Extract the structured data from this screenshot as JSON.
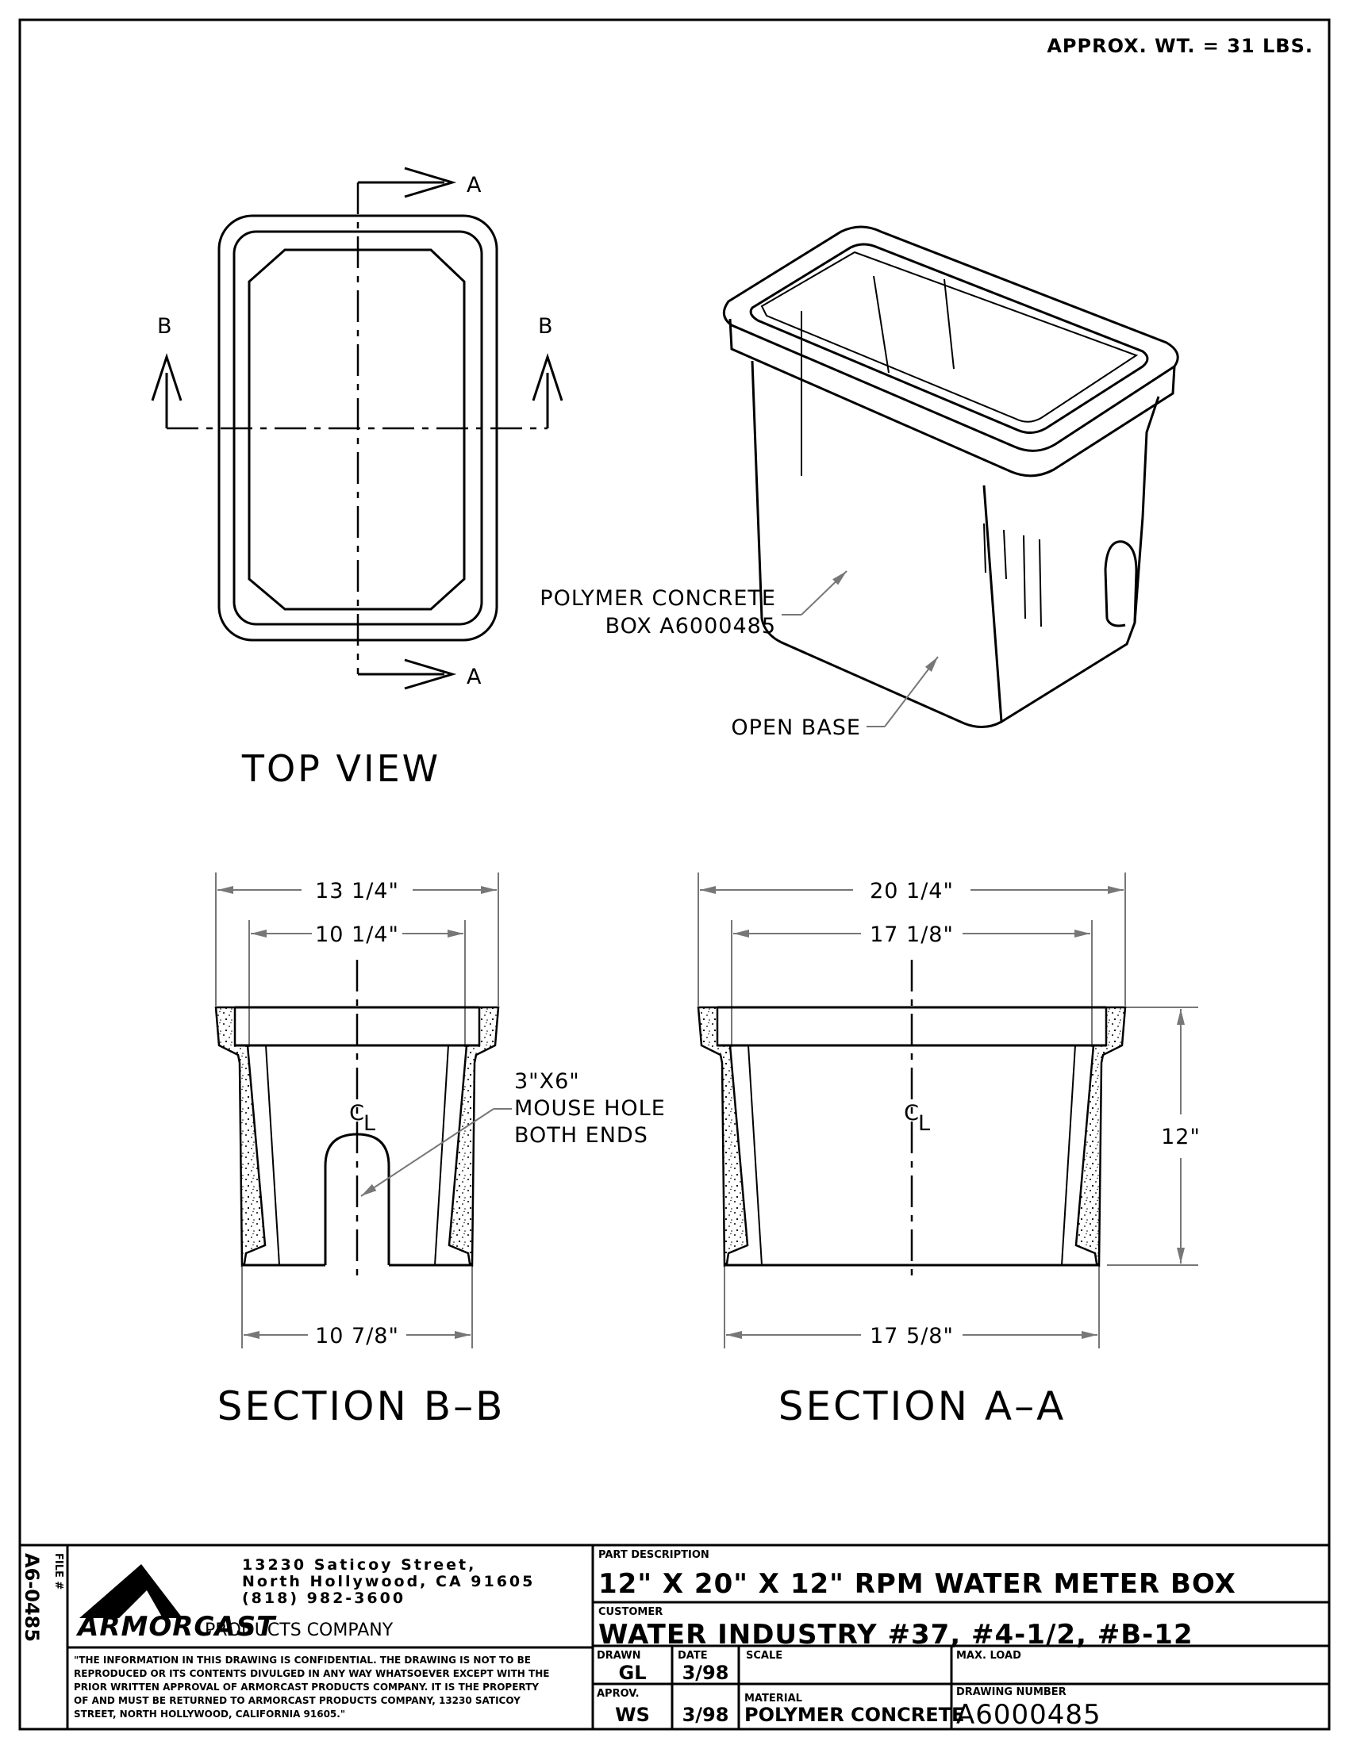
{
  "header": {
    "weight_note": "APPROX. WT. = 31 LBS."
  },
  "views": {
    "top_view_title": "TOP VIEW",
    "section_bb_title": "SECTION B–B",
    "section_aa_title": "SECTION A–A",
    "section_marker_a": "A",
    "section_marker_b": "B",
    "centerline_symbol_c": "C",
    "centerline_symbol_l": "L"
  },
  "callouts": {
    "box_line1": "POLYMER CONCRETE",
    "box_line2": "BOX A6000485",
    "open_base": "OPEN BASE",
    "mouse_hole_line1": "3\"X6\"",
    "mouse_hole_line2": "MOUSE HOLE",
    "mouse_hole_line3": "BOTH ENDS"
  },
  "dimensions": {
    "bb_top_outer": "13 1/4\"",
    "bb_top_inner": "10 1/4\"",
    "bb_bottom": "10 7/8\"",
    "aa_top_outer": "20 1/4\"",
    "aa_top_inner": "17 1/8\"",
    "aa_bottom": "17 5/8\"",
    "aa_height": "12\""
  },
  "title_block": {
    "file_label": "FILE #",
    "file_number": "A6-0485",
    "address_line1": "13230 Saticoy Street,",
    "address_line2": "North Hollywood, CA   91605",
    "address_line3": "(818) 982-3600",
    "company_brand": "ARMORCAST",
    "company_rest": "PRODUCTS COMPANY",
    "confidential_lines": [
      "\"THE INFORMATION IN THIS DRAWING IS CONFIDENTIAL.  THE DRAWING IS NOT TO BE",
      "REPRODUCED OR ITS CONTENTS DIVULGED IN ANY WAY WHATSOEVER EXCEPT WITH THE",
      "PRIOR WRITTEN APPROVAL OF ARMORCAST PRODUCTS COMPANY.  IT IS THE PROPERTY",
      "OF AND MUST BE RETURNED TO ARMORCAST PRODUCTS COMPANY, 13230 SATICOY",
      "STREET, NORTH HOLLYWOOD, CALIFORNIA  91605.\""
    ],
    "part_description_label": "PART DESCRIPTION",
    "part_description": "12\" X 20\" X 12\" RPM WATER METER BOX",
    "customer_label": "CUSTOMER",
    "customer": "WATER INDUSTRY #37, #4-1/2, #B-12",
    "drawn_label": "DRAWN",
    "drawn": "GL",
    "date_label": "DATE",
    "date": "3/98",
    "scale_label": "SCALE",
    "max_load_label": "MAX. LOAD",
    "aprov_label": "APROV.",
    "aprov": "WS",
    "aprov_date": "3/98",
    "material_label": "MATERIAL",
    "material": "POLYMER CONCRETE",
    "drawing_number_label": "DRAWING NUMBER",
    "drawing_number": "A6000485"
  }
}
